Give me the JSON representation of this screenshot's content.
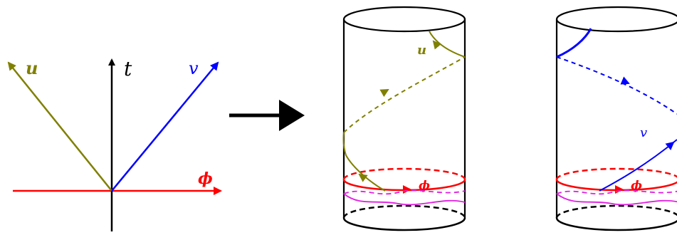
{
  "colors": {
    "u": "#808000",
    "v": "#0000ff",
    "t": "#000000",
    "phi": "#ff0000",
    "wave": "#e020e0",
    "cylinder": "#000000"
  },
  "axes_diagram": {
    "u_label": "u",
    "t_label": "t",
    "v_label": "v",
    "phi_label": "ϕ"
  },
  "cylinder_left": {
    "u_label": "u",
    "phi_label": "ϕ"
  },
  "cylinder_right": {
    "v_label": "v",
    "phi_label": "ϕ"
  }
}
